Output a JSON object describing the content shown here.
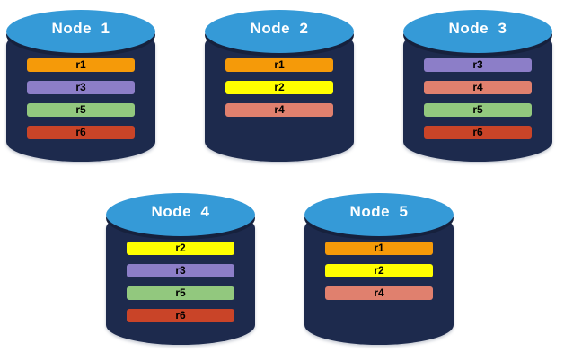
{
  "diagram": {
    "title": "replica-placement-across-nodes",
    "background_color": "#ffffff"
  },
  "replica_colors": {
    "r1": "#F59A09",
    "r2": "#FFFF00",
    "r3": "#8C7EC8",
    "r4": "#E0806E",
    "r5": "#92C87E",
    "r6": "#C94428"
  },
  "node_colors": {
    "top": "#359AD7",
    "body": "#1D2A4D",
    "rim": "#16213D",
    "title_text": "#FFFFFF",
    "bar_text": "#000000"
  },
  "nodes": [
    {
      "id": "node-1",
      "label": "Node  1",
      "replicas": [
        {
          "label": "r1",
          "color": "#F59A09"
        },
        {
          "label": "r3",
          "color": "#8C7EC8"
        },
        {
          "label": "r5",
          "color": "#92C87E"
        },
        {
          "label": "r6",
          "color": "#C94428"
        }
      ]
    },
    {
      "id": "node-2",
      "label": "Node  2",
      "replicas": [
        {
          "label": "r1",
          "color": "#F59A09"
        },
        {
          "label": "r2",
          "color": "#FFFF00"
        },
        {
          "label": "r4",
          "color": "#E0806E"
        }
      ]
    },
    {
      "id": "node-3",
      "label": "Node  3",
      "replicas": [
        {
          "label": "r3",
          "color": "#8C7EC8"
        },
        {
          "label": "r4",
          "color": "#E0806E"
        },
        {
          "label": "r5",
          "color": "#92C87E"
        },
        {
          "label": "r6",
          "color": "#C94428"
        }
      ]
    },
    {
      "id": "node-4",
      "label": "Node  4",
      "replicas": [
        {
          "label": "r2",
          "color": "#FFFF00"
        },
        {
          "label": "r3",
          "color": "#8C7EC8"
        },
        {
          "label": "r5",
          "color": "#92C87E"
        },
        {
          "label": "r6",
          "color": "#C94428"
        }
      ]
    },
    {
      "id": "node-5",
      "label": "Node  5",
      "replicas": [
        {
          "label": "r1",
          "color": "#F59A09"
        },
        {
          "label": "r2",
          "color": "#FFFF00"
        },
        {
          "label": "r4",
          "color": "#E0806E"
        }
      ]
    }
  ]
}
